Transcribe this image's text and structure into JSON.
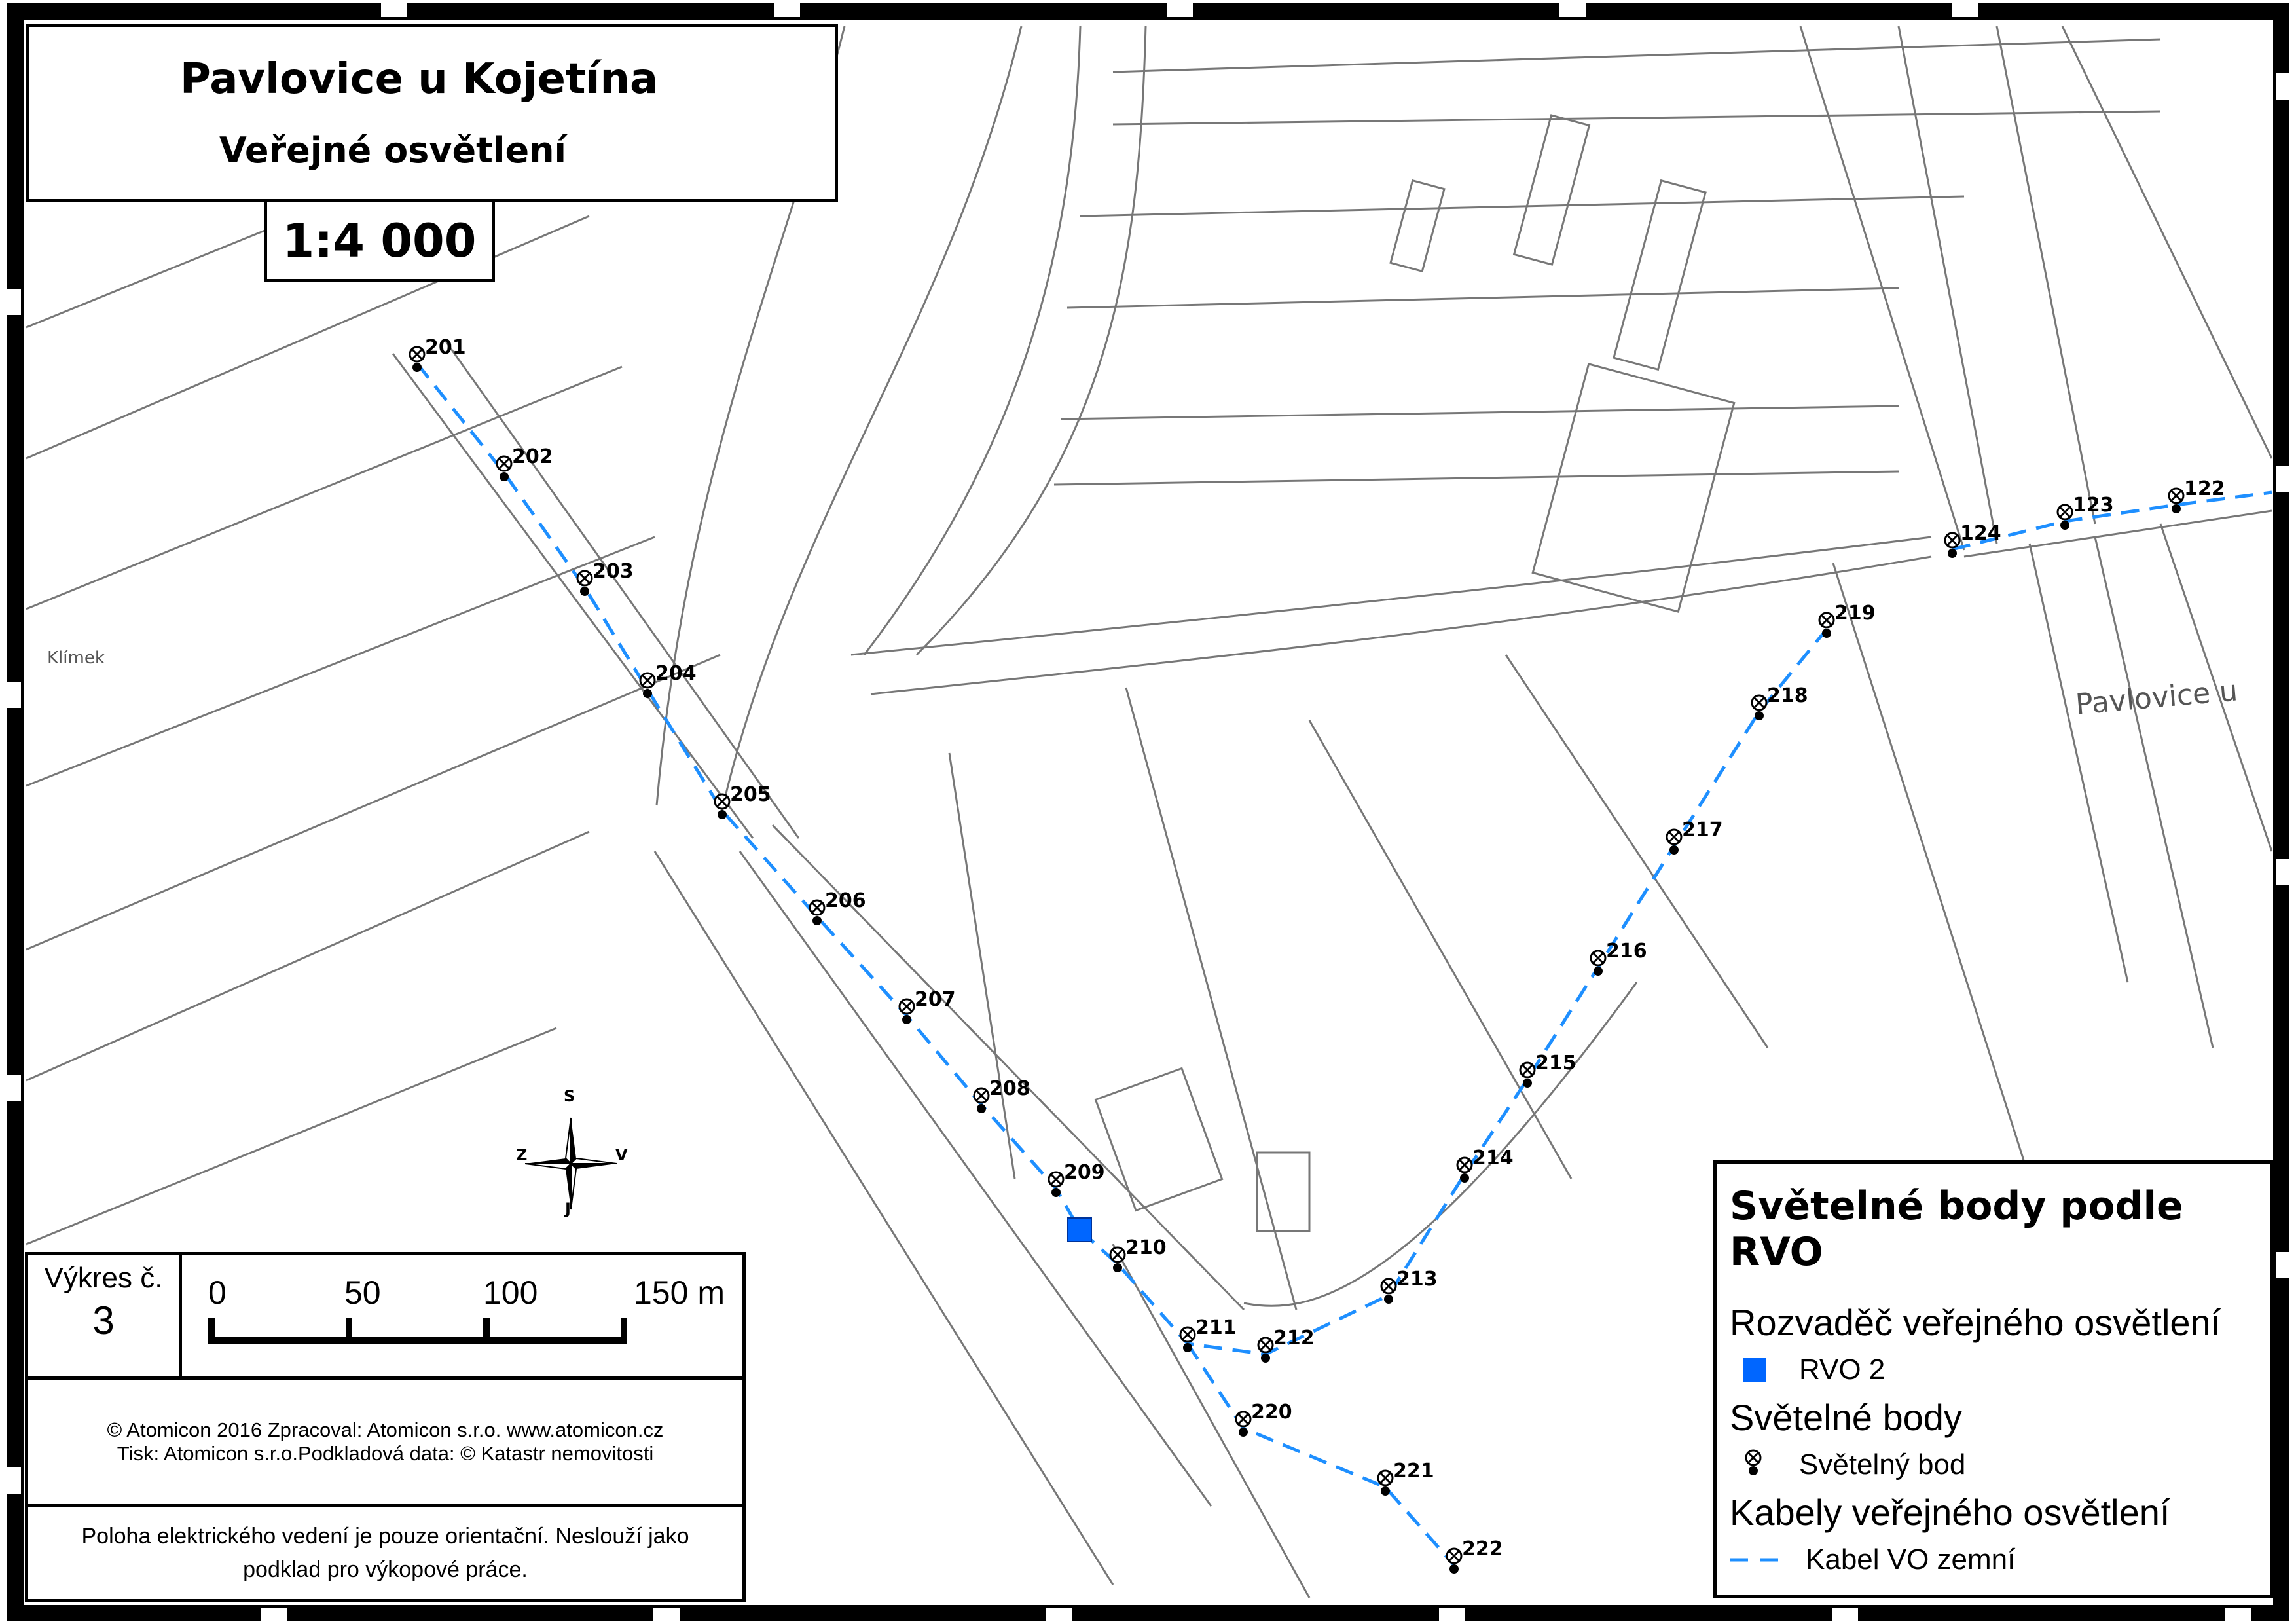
{
  "header": {
    "title": "Pavlovice u Kojetína",
    "subtitle": "Veřejné osvětlení",
    "scale": "1:4 000"
  },
  "drawing": {
    "label": "Výkres č.",
    "number": "3"
  },
  "scalebar": {
    "ticks": [
      "0",
      "50",
      "100",
      "150 m"
    ]
  },
  "credits": {
    "line1": "© Atomicon 2016 Zpracoval: Atomicon s.r.o. www.atomicon.cz",
    "line2": "Tisk: Atomicon s.r.o.Podkladová data: © Katastr nemovitosti"
  },
  "note": {
    "text": "Poloha elektrického vedení je pouze orientační. Neslouží jako podklad pro výkopové práce."
  },
  "compass": {
    "n": "S",
    "s": "J",
    "w": "Z",
    "e": "V"
  },
  "map_labels": {
    "klimek": "Klímek",
    "pavlovice": "Pavlovice u"
  },
  "legend": {
    "title": "Světelné body podle RVO",
    "sec1": "Rozvaděč veřejného osvětlení",
    "rvo": "RVO 2",
    "sec2": "Světelné body",
    "point": "Světelný bod",
    "sec3": "Kabely veřejného osvětlení",
    "cable": "Kabel VO zemní"
  },
  "colors": {
    "cable": "#1e8fff",
    "rvo": "#0066ff"
  },
  "points": [
    "201",
    "202",
    "203",
    "204",
    "205",
    "206",
    "207",
    "208",
    "209",
    "210",
    "211",
    "212",
    "213",
    "214",
    "215",
    "216",
    "217",
    "218",
    "219",
    "124",
    "123",
    "122",
    "220",
    "221",
    "222"
  ]
}
